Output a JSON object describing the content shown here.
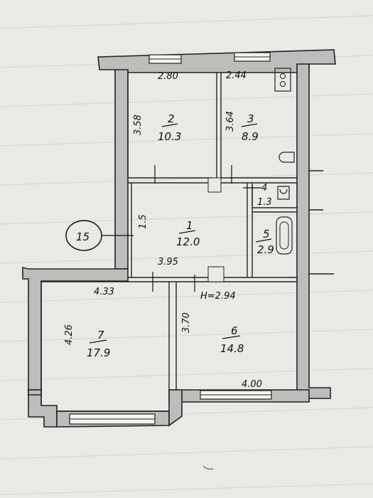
{
  "plan_marker": "15",
  "rooms": [
    {
      "id": "room-2",
      "number": "2",
      "area": "10.3"
    },
    {
      "id": "room-3",
      "number": "3",
      "area": "8.9"
    },
    {
      "id": "room-1",
      "number": "1",
      "area": "12.0"
    },
    {
      "id": "room-4",
      "number": "4",
      "area": "1.3"
    },
    {
      "id": "room-5",
      "number": "5",
      "area": "2.9"
    },
    {
      "id": "room-7",
      "number": "7",
      "area": "17.9"
    },
    {
      "id": "room-6",
      "number": "6",
      "area": "14.8"
    }
  ],
  "dimensions": {
    "room2_width": "2.80",
    "room3_width": "2.44",
    "room2_height": "3.58",
    "room3_height": "3.64",
    "hall_height": "1.5",
    "hall_width": "3.95",
    "room7_width": "4.33",
    "ceiling_height": "H=2.94",
    "room7_height": "4.26",
    "room6_height": "3.70",
    "room6_width": "4.00"
  }
}
